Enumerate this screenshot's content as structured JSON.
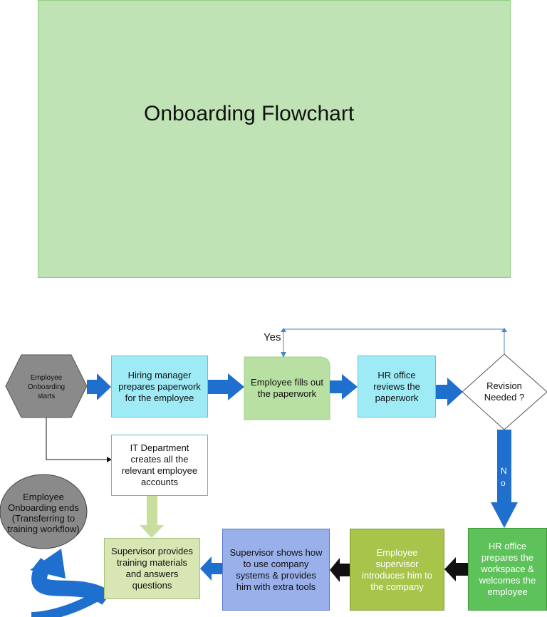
{
  "title": "Onboarding Flowchart",
  "nodes": {
    "start": "Employee Onboarding starts",
    "hiring_manager": "Hiring manager prepares paperwork for the employee",
    "fill_paperwork": "Employee fills out the paperwork",
    "hr_review": "HR office reviews the paperwork",
    "decision": "Revision Needed ?",
    "it_department": "IT Department creates all the relevant employee accounts",
    "hr_prepare": "HR office prepares the workspace & welcomes the employee",
    "supervisor_intro": "Employee supervisor introduces him to the company",
    "supervisor_systems": "Supervisor shows how to use company systems & provides him with extra tools",
    "supervisor_training": "Supervisor provides training materials and answers questions",
    "end": "Employee Onboarding ends (Transferring to training workflow)"
  },
  "labels": {
    "yes": "Yes",
    "no_n": "N",
    "no_o": "o"
  },
  "colors": {
    "arrow_blue": "#1f6fcf",
    "arrow_black": "#111111",
    "arrow_light_green": "#c9dd9d"
  }
}
